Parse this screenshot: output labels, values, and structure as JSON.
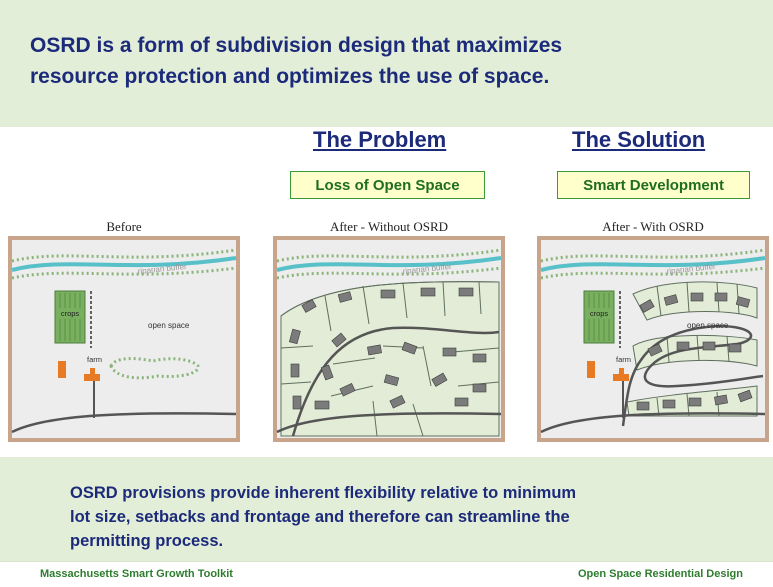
{
  "headline": {
    "line1": "OSRD is a form of subdivision design that maximizes",
    "line2": "resource protection and optimizes the use of space."
  },
  "columns": {
    "problem": {
      "title": "The Problem",
      "label": "Loss of Open Space"
    },
    "solution": {
      "title": "The Solution",
      "label": "Smart Development"
    }
  },
  "panels": {
    "before": {
      "caption": "Before",
      "labels": {
        "buffer": "riparian buffer",
        "crops": "crops",
        "open_space": "open space",
        "farm": "farm"
      }
    },
    "without": {
      "caption": "After - Without OSRD",
      "labels": {
        "buffer": "riparian buffer"
      }
    },
    "with": {
      "caption": "After - With OSRD",
      "labels": {
        "buffer": "riparian buffer",
        "crops": "crops",
        "open_space": "open space",
        "farm": "farm"
      }
    }
  },
  "note": {
    "line1": "OSRD provisions provide inherent flexibility relative to minimum",
    "line2": "lot size, setbacks and frontage and therefore can streamline the",
    "line3": "permitting process."
  },
  "footer": {
    "left": "Massachusetts Smart Growth Toolkit",
    "right": "Open Space Residential Design"
  },
  "colors": {
    "heading": "#1c2a7a",
    "band": "#e3eed9",
    "box_fill": "#ffffcc",
    "box_border": "#3a9a3a",
    "footer_text": "#2e7d2e",
    "panel_frame": "#c8a58a"
  }
}
